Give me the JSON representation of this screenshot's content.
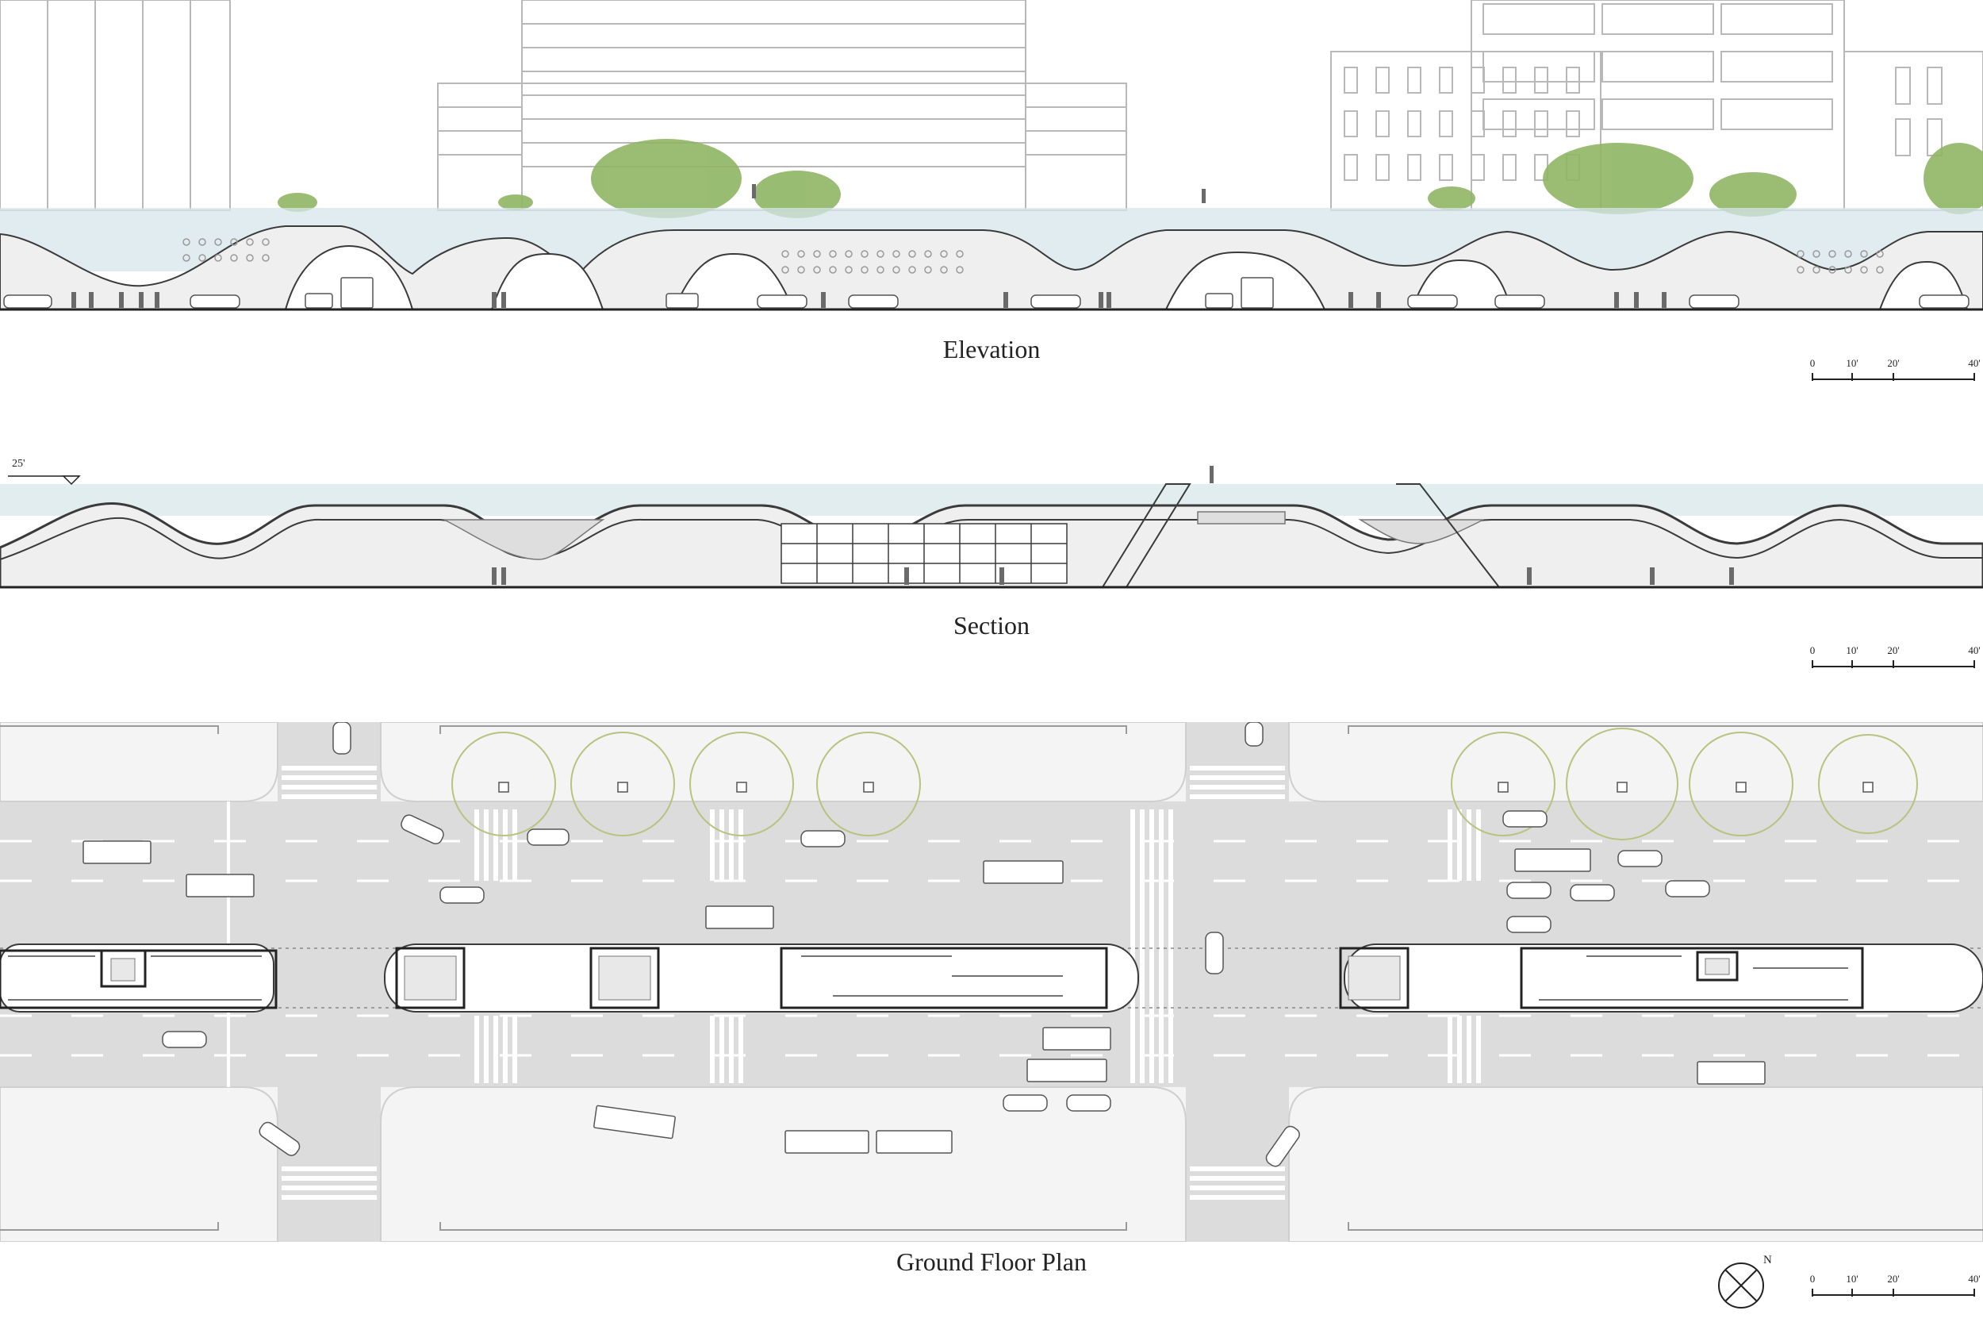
{
  "elevation": {
    "title": "Elevation"
  },
  "section": {
    "title": "Section",
    "level_marker": "25'"
  },
  "plan": {
    "title": "Ground Floor Plan",
    "north_label": "N"
  },
  "scale_bar": {
    "ticks": [
      "0",
      "10'",
      "20'",
      "40'"
    ]
  },
  "colors": {
    "line": "#3a3a3a",
    "structure": "#efefef",
    "glass": "#d6e6ea",
    "tree": "#8fb564",
    "road": "#dcdcdc",
    "sidewalk": "#f4f4f4",
    "tree_circle": "#b9c27e"
  }
}
